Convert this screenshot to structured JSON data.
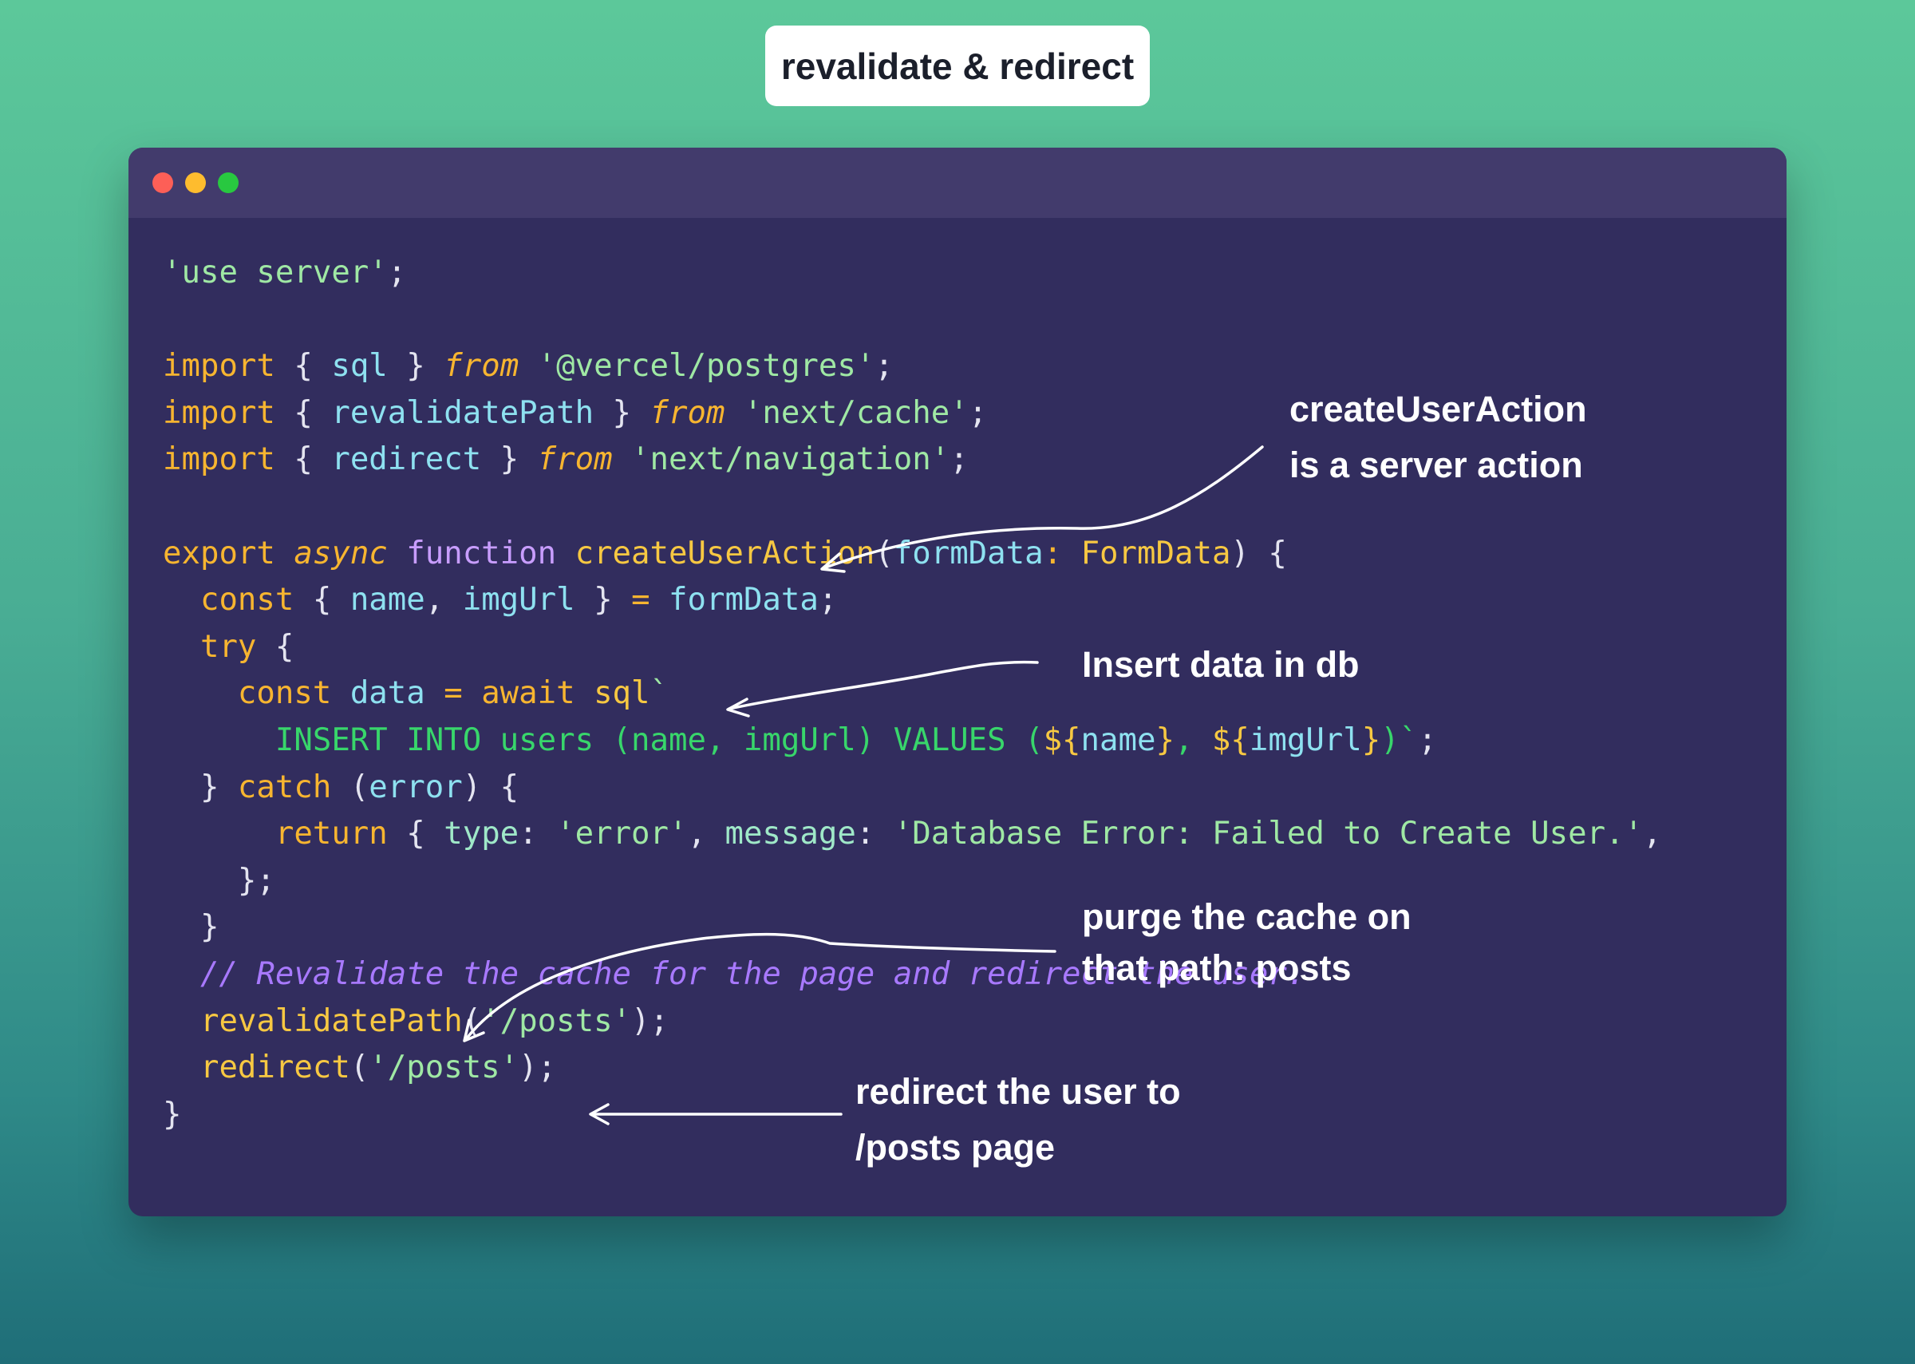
{
  "title": "revalidate & redirect",
  "code_lines": [
    [
      {
        "t": "'use server'",
        "c": "t-str"
      },
      {
        "t": ";",
        "c": "t-pun"
      }
    ],
    [],
    [
      {
        "t": "import",
        "c": "t-kw"
      },
      {
        "t": " { ",
        "c": "t-pun"
      },
      {
        "t": "sql",
        "c": "t-id"
      },
      {
        "t": " } ",
        "c": "t-pun"
      },
      {
        "t": "from",
        "c": "t-kwi"
      },
      {
        "t": " ",
        "c": "t-pun"
      },
      {
        "t": "'@vercel/postgres'",
        "c": "t-str"
      },
      {
        "t": ";",
        "c": "t-pun"
      }
    ],
    [
      {
        "t": "import",
        "c": "t-kw"
      },
      {
        "t": " { ",
        "c": "t-pun"
      },
      {
        "t": "revalidatePath",
        "c": "t-id"
      },
      {
        "t": " } ",
        "c": "t-pun"
      },
      {
        "t": "from",
        "c": "t-kwi"
      },
      {
        "t": " ",
        "c": "t-pun"
      },
      {
        "t": "'next/cache'",
        "c": "t-str"
      },
      {
        "t": ";",
        "c": "t-pun"
      }
    ],
    [
      {
        "t": "import",
        "c": "t-kw"
      },
      {
        "t": " { ",
        "c": "t-pun"
      },
      {
        "t": "redirect",
        "c": "t-id"
      },
      {
        "t": " } ",
        "c": "t-pun"
      },
      {
        "t": "from",
        "c": "t-kwi"
      },
      {
        "t": " ",
        "c": "t-pun"
      },
      {
        "t": "'next/navigation'",
        "c": "t-str"
      },
      {
        "t": ";",
        "c": "t-pun"
      }
    ],
    [],
    [
      {
        "t": "export",
        "c": "t-kw"
      },
      {
        "t": " ",
        "c": "t-pun"
      },
      {
        "t": "async",
        "c": "t-kwi"
      },
      {
        "t": " ",
        "c": "t-pun"
      },
      {
        "t": "function",
        "c": "t-fn"
      },
      {
        "t": " ",
        "c": "t-pun"
      },
      {
        "t": "createUserAction",
        "c": "t-fnname"
      },
      {
        "t": "(",
        "c": "t-pun"
      },
      {
        "t": "formData",
        "c": "t-id"
      },
      {
        "t": ": ",
        "c": "t-kw"
      },
      {
        "t": "FormData",
        "c": "t-type"
      },
      {
        "t": ") {",
        "c": "t-pun"
      }
    ],
    [
      {
        "t": "  ",
        "c": "t-pun"
      },
      {
        "t": "const",
        "c": "t-kw"
      },
      {
        "t": " { ",
        "c": "t-pun"
      },
      {
        "t": "name",
        "c": "t-id"
      },
      {
        "t": ", ",
        "c": "t-pun"
      },
      {
        "t": "imgUrl",
        "c": "t-id"
      },
      {
        "t": " } ",
        "c": "t-pun"
      },
      {
        "t": "=",
        "c": "t-kw"
      },
      {
        "t": " ",
        "c": "t-pun"
      },
      {
        "t": "formData",
        "c": "t-id"
      },
      {
        "t": ";",
        "c": "t-pun"
      }
    ],
    [
      {
        "t": "  ",
        "c": "t-pun"
      },
      {
        "t": "try",
        "c": "t-kw"
      },
      {
        "t": " {",
        "c": "t-pun"
      }
    ],
    [
      {
        "t": "    ",
        "c": "t-pun"
      },
      {
        "t": "const",
        "c": "t-kw"
      },
      {
        "t": " ",
        "c": "t-pun"
      },
      {
        "t": "data",
        "c": "t-id"
      },
      {
        "t": " ",
        "c": "t-pun"
      },
      {
        "t": "=",
        "c": "t-kw"
      },
      {
        "t": " ",
        "c": "t-pun"
      },
      {
        "t": "await",
        "c": "t-kw"
      },
      {
        "t": " ",
        "c": "t-pun"
      },
      {
        "t": "sql",
        "c": "t-type"
      },
      {
        "t": "`",
        "c": "t-str"
      }
    ],
    [
      {
        "t": "      ",
        "c": "t-pun"
      },
      {
        "t": "INSERT INTO users (name, imgUrl) VALUES (",
        "c": "t-sql"
      },
      {
        "t": "${",
        "c": "t-interp"
      },
      {
        "t": "name",
        "c": "t-id"
      },
      {
        "t": "}",
        "c": "t-interp"
      },
      {
        "t": ", ",
        "c": "t-sql"
      },
      {
        "t": "${",
        "c": "t-interp"
      },
      {
        "t": "imgUrl",
        "c": "t-id"
      },
      {
        "t": "}",
        "c": "t-interp"
      },
      {
        "t": ")`",
        "c": "t-sql"
      },
      {
        "t": ";",
        "c": "t-pun"
      }
    ],
    [
      {
        "t": "  } ",
        "c": "t-pun"
      },
      {
        "t": "catch",
        "c": "t-kw"
      },
      {
        "t": " (",
        "c": "t-pun"
      },
      {
        "t": "error",
        "c": "t-id"
      },
      {
        "t": ") {",
        "c": "t-pun"
      }
    ],
    [
      {
        "t": "      ",
        "c": "t-pun"
      },
      {
        "t": "return",
        "c": "t-kw"
      },
      {
        "t": " { ",
        "c": "t-pun"
      },
      {
        "t": "type",
        "c": "t-prop"
      },
      {
        "t": ": ",
        "c": "t-pun"
      },
      {
        "t": "'error'",
        "c": "t-str"
      },
      {
        "t": ", ",
        "c": "t-pun"
      },
      {
        "t": "message",
        "c": "t-prop"
      },
      {
        "t": ": ",
        "c": "t-pun"
      },
      {
        "t": "'Database Error: Failed to Create User.'",
        "c": "t-str"
      },
      {
        "t": ",",
        "c": "t-pun"
      }
    ],
    [
      {
        "t": "    };",
        "c": "t-pun"
      }
    ],
    [
      {
        "t": "  }",
        "c": "t-pun"
      }
    ],
    [
      {
        "t": "  ",
        "c": "t-pun"
      },
      {
        "t": "// Revalidate the cache for the page and redirect the user.",
        "c": "t-cm"
      }
    ],
    [
      {
        "t": "  ",
        "c": "t-pun"
      },
      {
        "t": "revalidatePath",
        "c": "t-fnname"
      },
      {
        "t": "(",
        "c": "t-pun"
      },
      {
        "t": "'/posts'",
        "c": "t-str"
      },
      {
        "t": ");",
        "c": "t-pun"
      }
    ],
    [
      {
        "t": "  ",
        "c": "t-pun"
      },
      {
        "t": "redirect",
        "c": "t-fnname"
      },
      {
        "t": "(",
        "c": "t-pun"
      },
      {
        "t": "'/posts'",
        "c": "t-str"
      },
      {
        "t": ");",
        "c": "t-pun"
      }
    ],
    [
      {
        "t": "}",
        "c": "t-pun"
      }
    ]
  ],
  "annotations": {
    "server_action": [
      "createUserAction",
      "is a server action"
    ],
    "insert_data": [
      "Insert data in db"
    ],
    "purge_cache": [
      "purge the cache on",
      "that path: posts"
    ],
    "redirect_user": [
      "redirect the user to",
      "/posts page"
    ]
  }
}
